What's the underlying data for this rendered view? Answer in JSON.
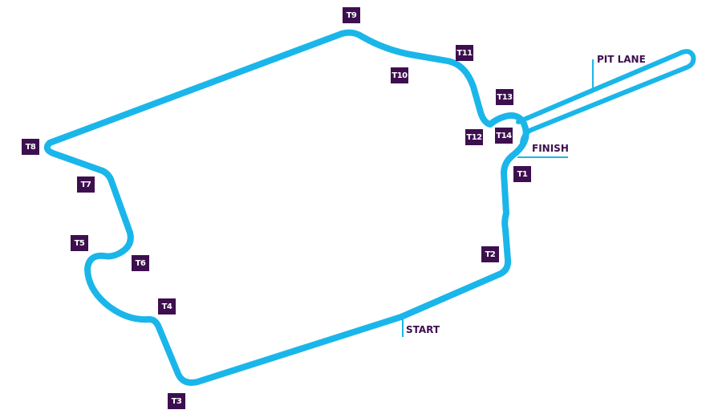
{
  "colors": {
    "track": "#1ab6ea",
    "label_bg": "#3d0f4f",
    "label_text": "#ffffff"
  },
  "turns": {
    "t1": "T1",
    "t2": "T2",
    "t3": "T3",
    "t4": "T4",
    "t5": "T5",
    "t6": "T6",
    "t7": "T7",
    "t8": "T8",
    "t9": "T9",
    "t10": "T10",
    "t11": "T11",
    "t12": "T12",
    "t13": "T13",
    "t14": "T14"
  },
  "labels": {
    "pit_lane": "PIT LANE",
    "finish": "FINISH",
    "start": "START"
  }
}
